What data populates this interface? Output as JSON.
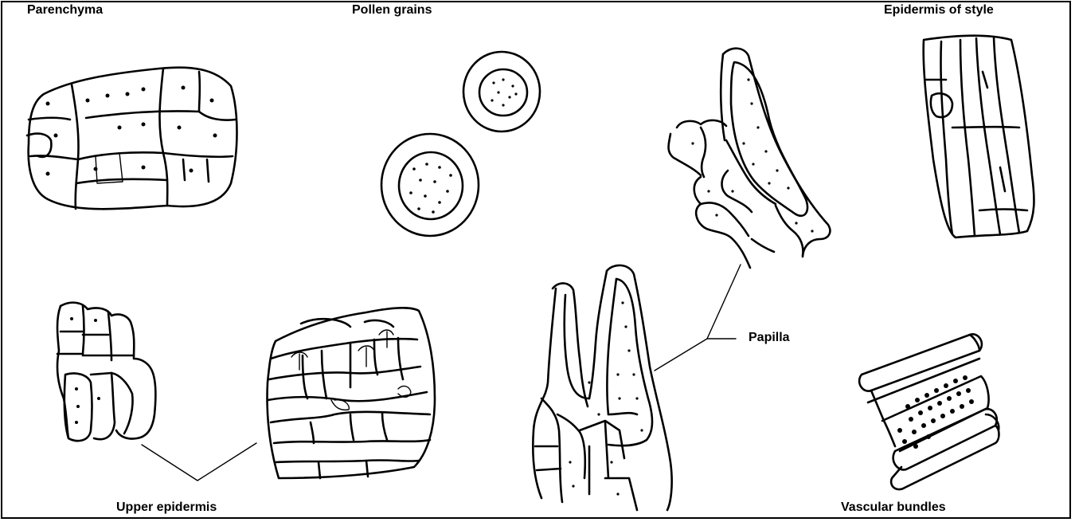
{
  "labels": {
    "parenchyma": "Parenchyma",
    "pollen_grains": "Pollen grains",
    "epidermis_of_style": "Epidermis of style",
    "papilla": "Papilla",
    "upper_epidermis": "Upper epidermis",
    "vascular_bundles": "Vascular bundles"
  },
  "colors": {
    "ink": "#000000",
    "background": "#ffffff"
  }
}
